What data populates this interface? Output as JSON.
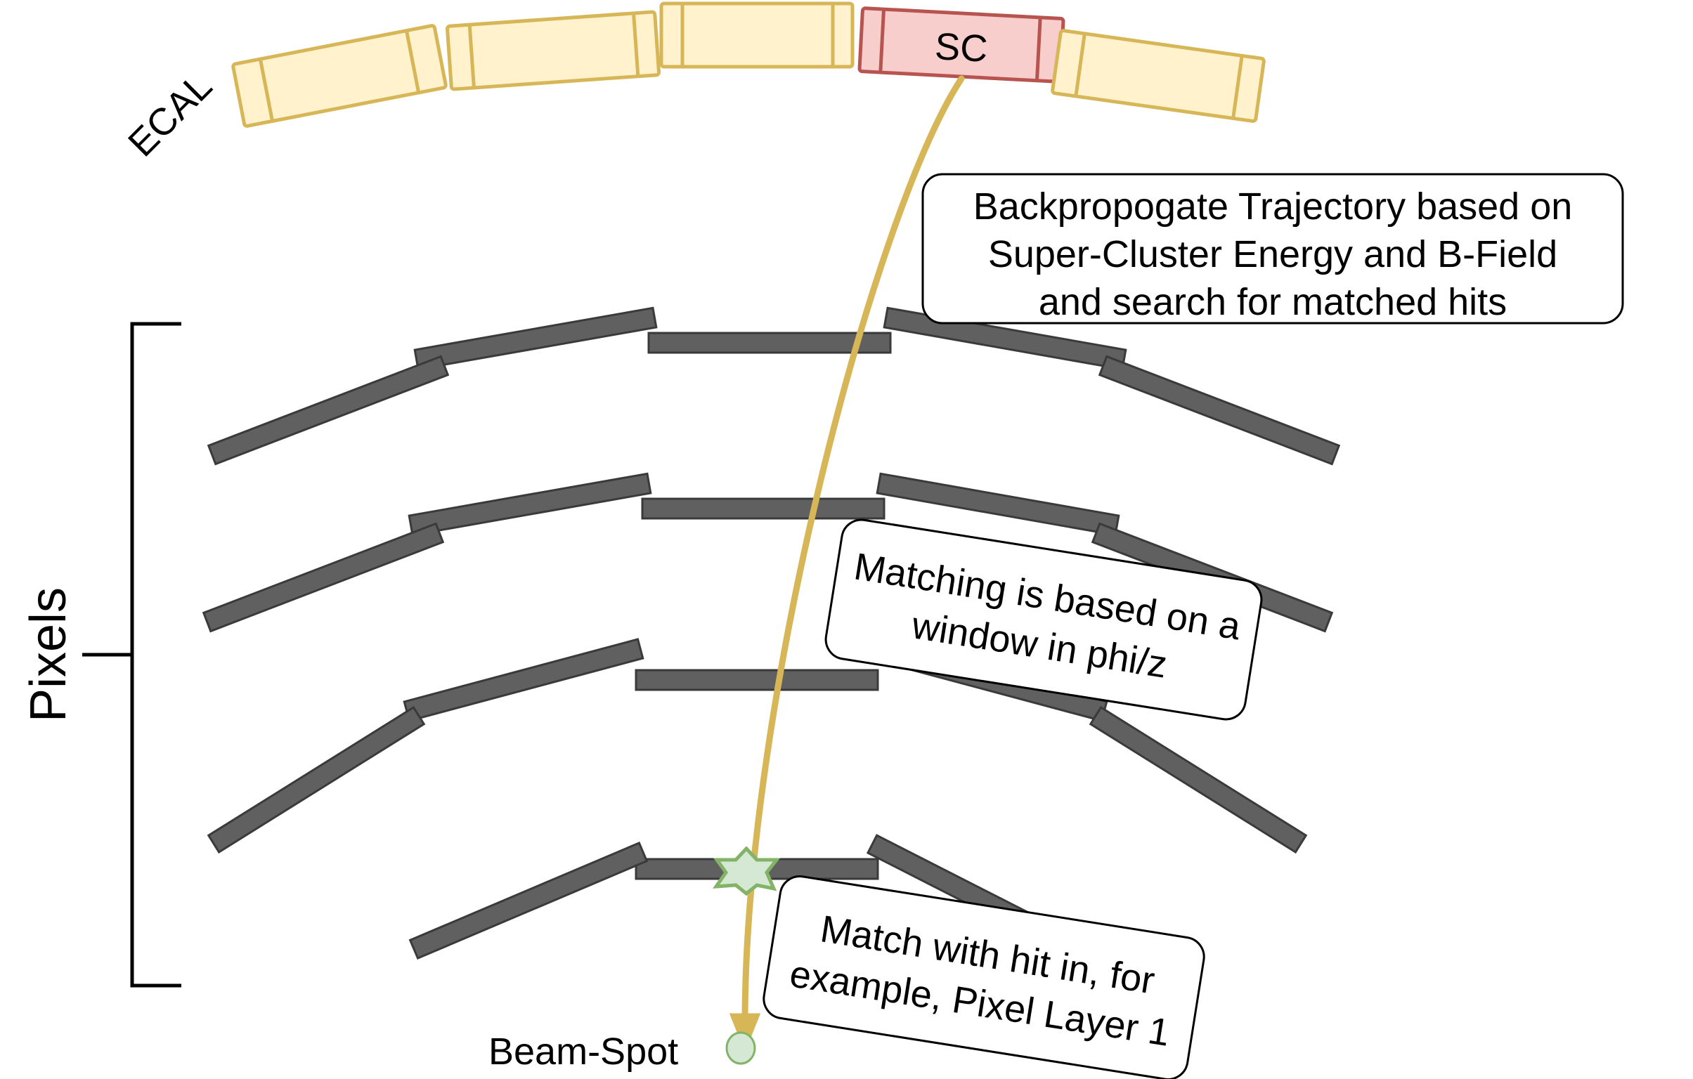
{
  "labels": {
    "ecal": "ECAL",
    "super_cluster": "SC",
    "pixels": "Pixels",
    "beam_spot": "Beam-Spot"
  },
  "callouts": {
    "backpropagate": [
      "Backpropogate Trajectory based on",
      "Super-Cluster Energy and B-Field",
      "and search for matched hits"
    ],
    "matching": [
      "Matching is based on a",
      "window in phi/z"
    ],
    "match_hit": [
      "Match with hit in, for",
      "example, Pixel Layer 1"
    ]
  },
  "colors": {
    "ecal_fill": "#fff2cc",
    "ecal_stroke": "#d6b656",
    "sc_fill": "#f8cecc",
    "sc_stroke": "#b85450",
    "pixel_module": "#606060",
    "trajectory": "#d6b656",
    "hit_fill": "#d5e8d4",
    "hit_stroke": "#82b366"
  }
}
